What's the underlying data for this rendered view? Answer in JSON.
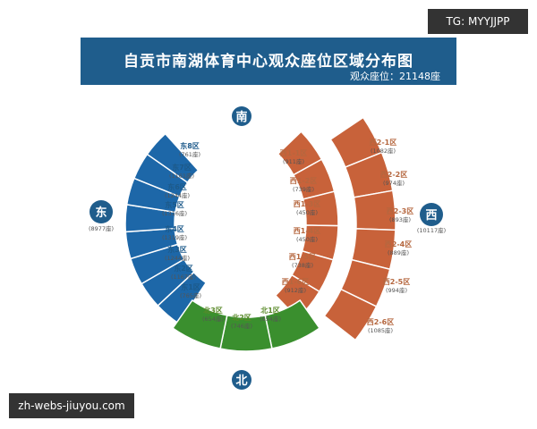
{
  "header": {
    "title": "自贡市南湖体育中心观众座位区域分布图",
    "subtitle": "观众座位：21148座"
  },
  "watermark": "TG: MYYJJPP",
  "site": "zh-webs-jiuyou.com",
  "colors": {
    "east": "#1d67a8",
    "west": "#c8623a",
    "north": "#3a8f2e",
    "banner": "#1f5d8c"
  },
  "directions": {
    "south": "南",
    "north": "北",
    "east": "东",
    "west": "西",
    "east_total": "(8977座)",
    "west_total": "(10117座)"
  },
  "east": [
    {
      "name": "东1区",
      "seats": "(765座)"
    },
    {
      "name": "东2区",
      "seats": "(1167座)"
    },
    {
      "name": "东3区",
      "seats": "(1244座)"
    },
    {
      "name": "东4区",
      "seats": "(1319座)"
    },
    {
      "name": "东5区",
      "seats": "(1316座)"
    },
    {
      "name": "东6区",
      "seats": "(1244座)"
    },
    {
      "name": "东7区",
      "seats": "(1161座)"
    },
    {
      "name": "东8区",
      "seats": "(761座)"
    }
  ],
  "west1": [
    {
      "name": "西1-1区",
      "seats": "(911座)"
    },
    {
      "name": "西1-2区",
      "seats": "(739座)"
    },
    {
      "name": "西1-3区",
      "seats": "(450座)"
    },
    {
      "name": "西1-4区",
      "seats": "(450座)"
    },
    {
      "name": "西1-5区",
      "seats": "(738座)"
    },
    {
      "name": "西1-6区",
      "seats": "(912座)"
    }
  ],
  "west2": [
    {
      "name": "西2-1区",
      "seats": "(1082座)"
    },
    {
      "name": "西2-2区",
      "seats": "(974座)"
    },
    {
      "name": "西2-3区",
      "seats": "(893座)"
    },
    {
      "name": "西2-4区",
      "seats": "(889座)"
    },
    {
      "name": "西2-5区",
      "seats": "(994座)"
    },
    {
      "name": "西2-6区",
      "seats": "(1085座)"
    }
  ],
  "north": [
    {
      "name": "北1区",
      "seats": "(654座)"
    },
    {
      "name": "北2区",
      "seats": "(746座)"
    },
    {
      "name": "北3区",
      "seats": "(654座)"
    }
  ]
}
